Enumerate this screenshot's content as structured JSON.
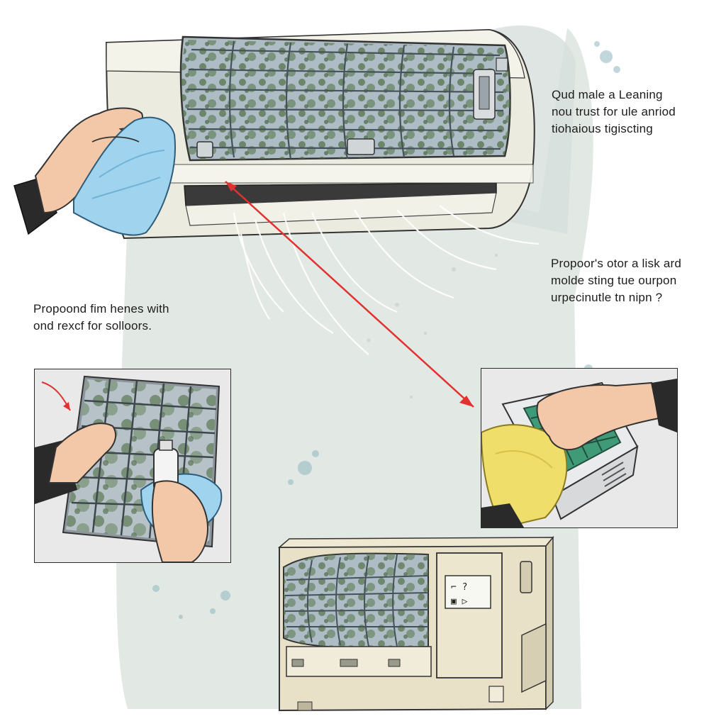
{
  "captions": {
    "top": [
      "Qud male a Leaning",
      "nou trust for ule anriod",
      "tiohaious tigiscting"
    ],
    "right": [
      "Propoor's otor a lisk ard",
      "molde sting tue ourpon",
      "urpecinutle tn nipn ?"
    ],
    "left": [
      "Propoond fim henes with",
      "ond rexcf for solloors."
    ]
  },
  "display_unit": {
    "screen_line1": "⌐  ?",
    "screen_line2": "▣  ▷"
  },
  "colors": {
    "background_wash": "#dfe5e1",
    "unit_body": "#ecebe0",
    "filter_mesh": "#5c6b74",
    "mold": "#4d6b3e",
    "cloth_blue": "#9fd3ee",
    "cloth_yellow": "#f0de6a",
    "pointer_arrow": "#e53030",
    "panel_background": "#e9e9e9"
  }
}
